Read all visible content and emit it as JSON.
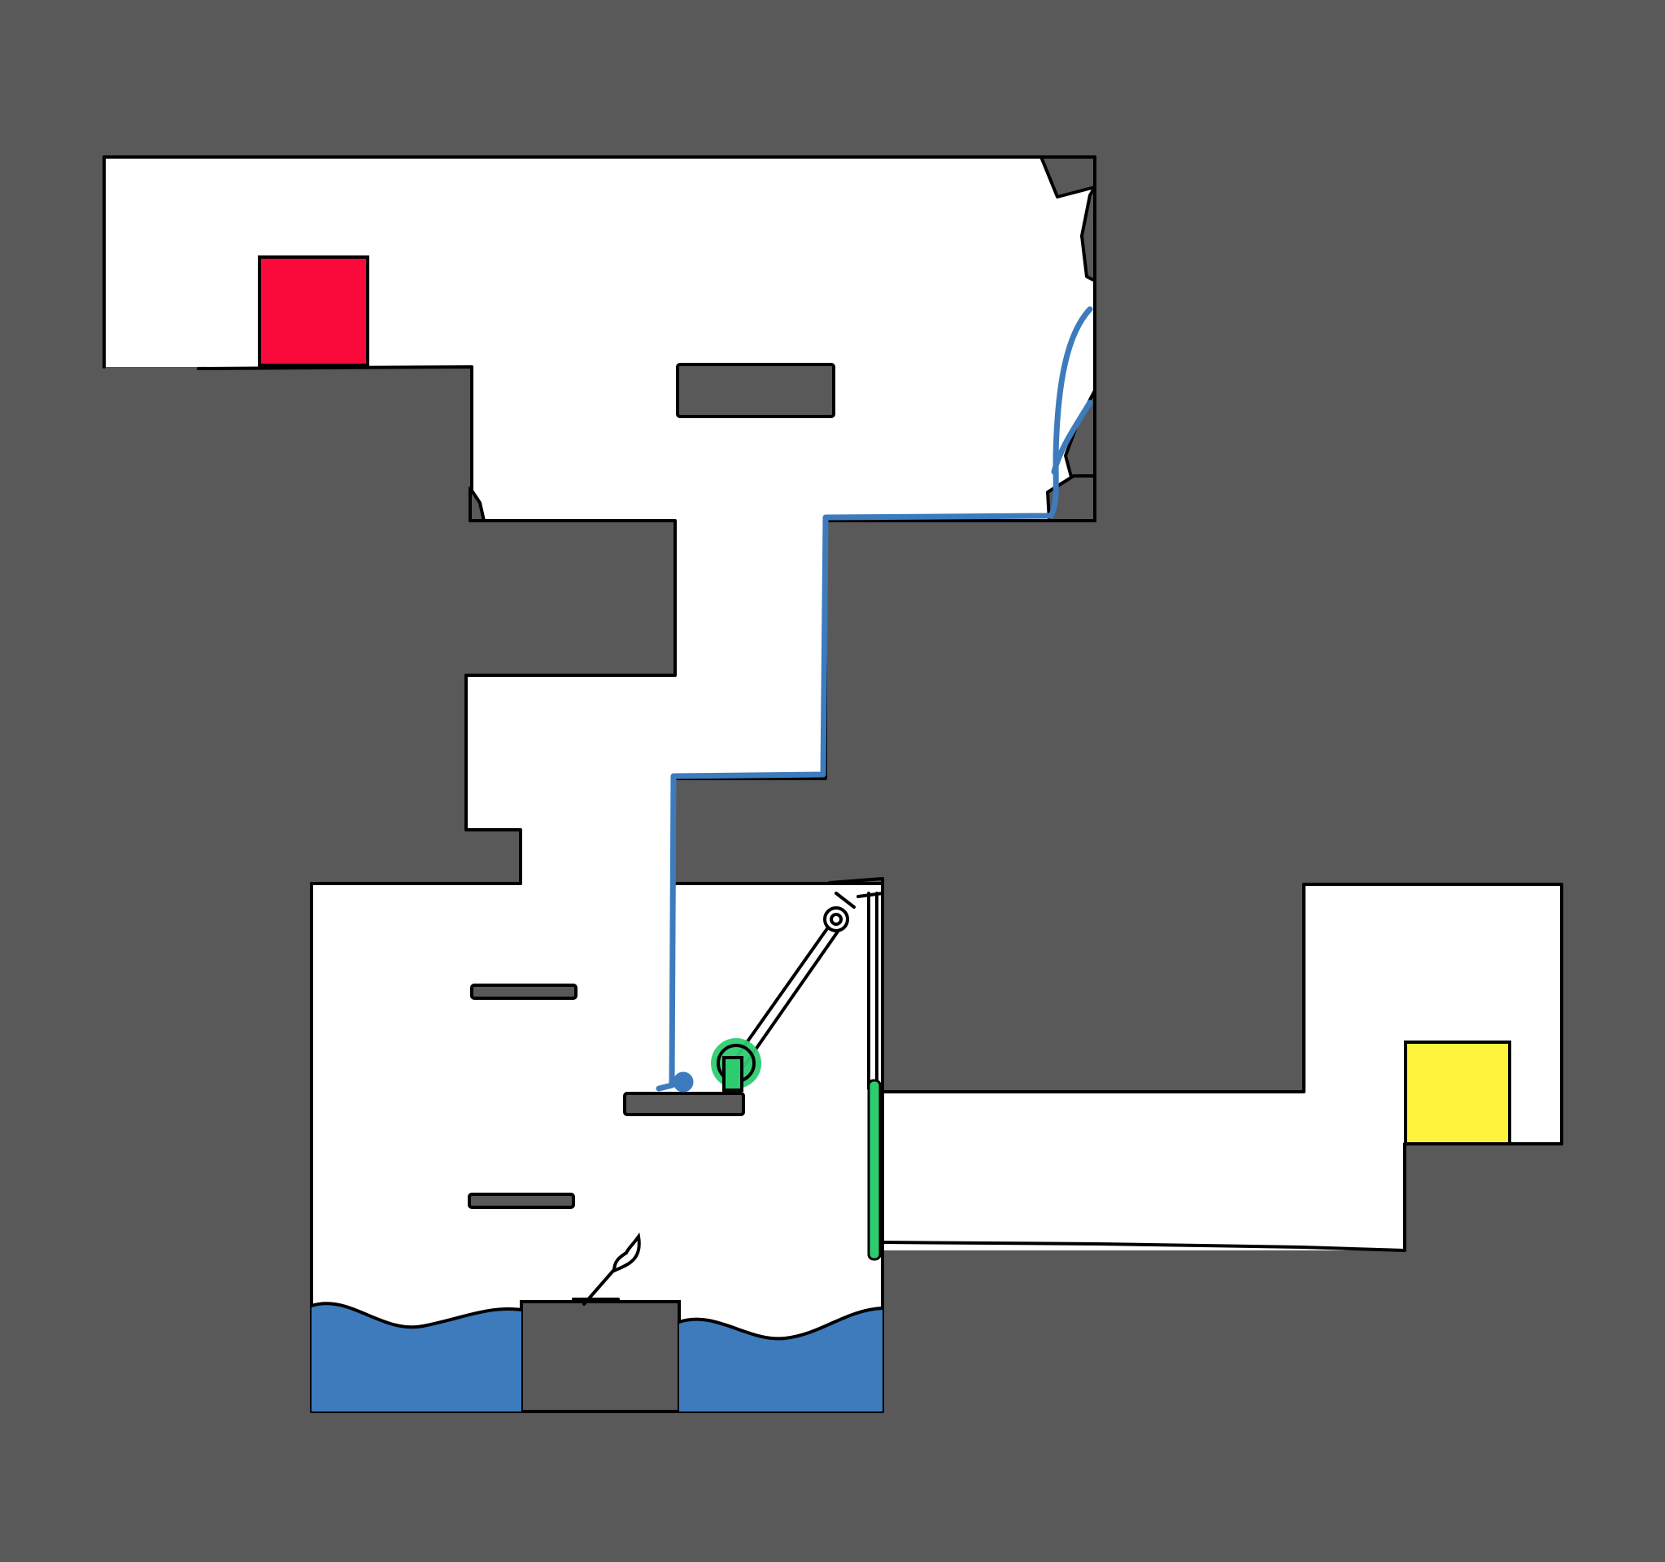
{
  "level": {
    "background_color": "#595959",
    "room_color": "#ffffff",
    "outline_color": "#000000",
    "water_color": "#3d7bbd",
    "pipe_color": "#3d7bbd",
    "lever_color": "#2ecc71",
    "rock_color": "#595959",
    "objects": {
      "start_block": {
        "color": "#f90a3a",
        "icon": "red-square"
      },
      "goal_block": {
        "color": "#fff43d",
        "icon": "yellow-square"
      },
      "torch": {
        "icon": "torch-icon"
      },
      "crane_pulley": {
        "icon": "pulley-icon"
      },
      "valve": {
        "icon": "valve-icon"
      },
      "gate": {
        "icon": "gate-bar"
      }
    }
  }
}
